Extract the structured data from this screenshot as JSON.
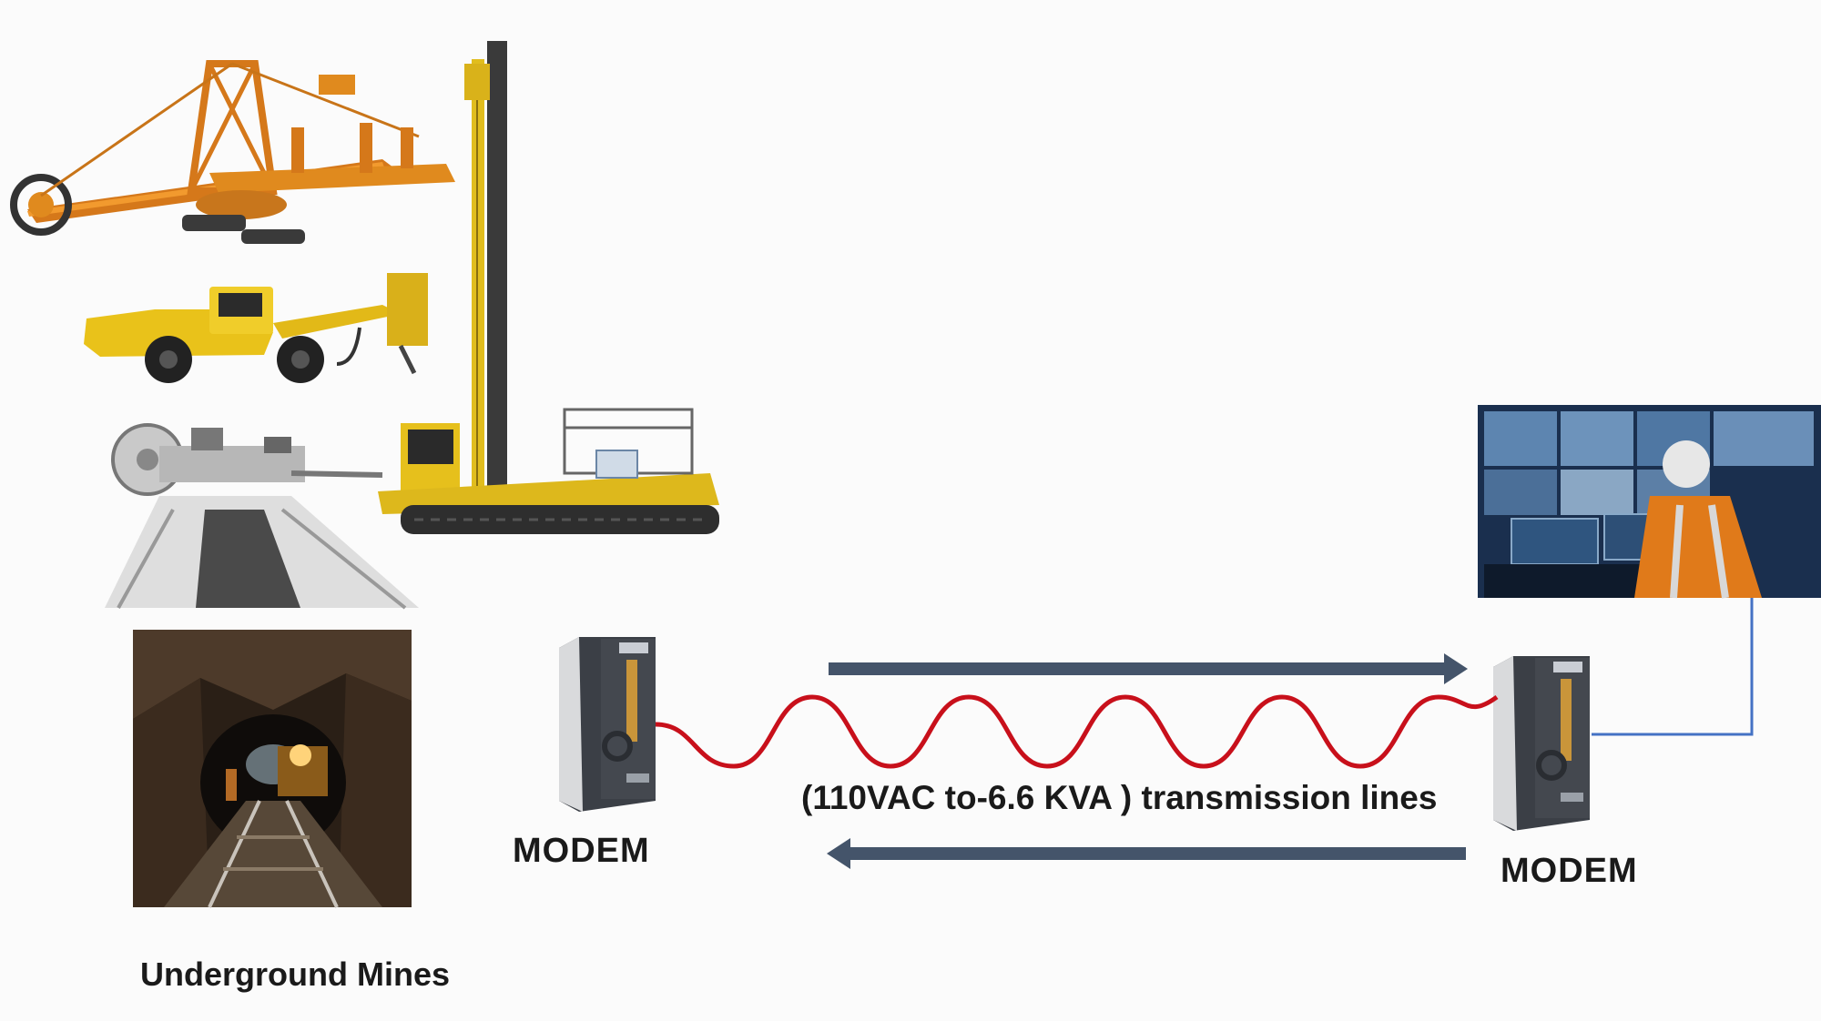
{
  "labels": {
    "modem_left": "MODEM",
    "modem_right": "MODEM",
    "transmission": "(110VAC to-6.6 KVA ) transmission lines",
    "mines": "Underground Mines"
  },
  "colors": {
    "background": "#fbfbfb",
    "wave": "#c8101b",
    "arrow": "#44546a",
    "link": "#4472c4",
    "equipment_orange": "#e08a1e",
    "equipment_yellow": "#e9c21a",
    "modem_body": "#3b3f46",
    "modem_face": "#d9dadc",
    "control_room": "#1c3558",
    "mine": "#3a2a1c"
  },
  "icons": {
    "stacker": "bucket-wheel-excavator-icon",
    "loader": "underground-drill-loader-icon",
    "conveyor": "conveyor-belt-icon",
    "drill_rig": "drill-rig-icon",
    "mine_photo": "underground-mine-tunnel-icon",
    "control_room": "control-room-operator-icon",
    "modem": "plc-modem-icon"
  }
}
